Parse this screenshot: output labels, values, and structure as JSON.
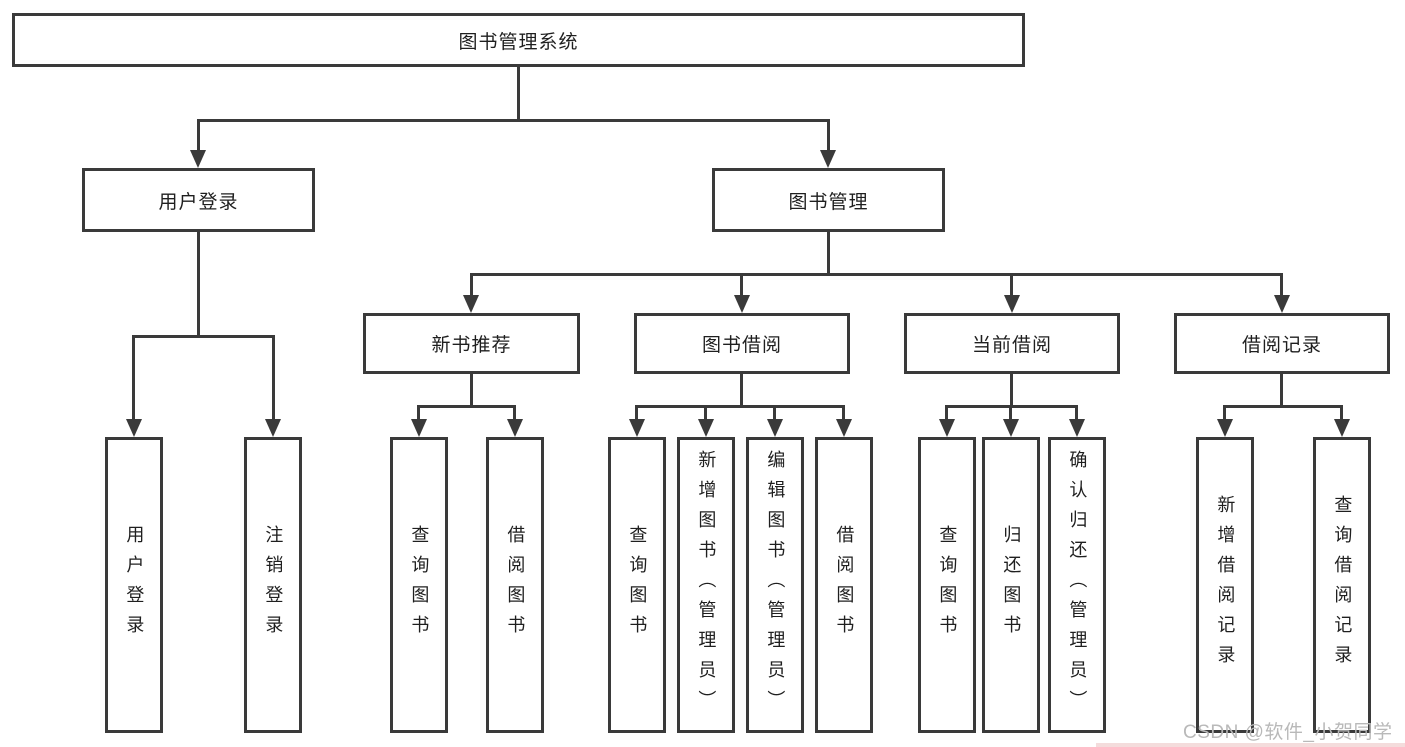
{
  "diagram": {
    "root": {
      "label": "图书管理系统"
    },
    "level2": [
      {
        "label": "用户登录"
      },
      {
        "label": "图书管理"
      }
    ],
    "level3": [
      {
        "label": "新书推荐",
        "parent": "图书管理"
      },
      {
        "label": "图书借阅",
        "parent": "图书管理"
      },
      {
        "label": "当前借阅",
        "parent": "图书管理"
      },
      {
        "label": "借阅记录",
        "parent": "图书管理"
      }
    ],
    "leaves": [
      {
        "label": "用户登录",
        "parent": "用户登录"
      },
      {
        "label": "注销登录",
        "parent": "用户登录"
      },
      {
        "label": "查询图书",
        "parent": "新书推荐"
      },
      {
        "label": "借阅图书",
        "parent": "新书推荐"
      },
      {
        "label": "查询图书",
        "parent": "图书借阅"
      },
      {
        "label": "新增图书（管理员）",
        "parent": "图书借阅"
      },
      {
        "label": "编辑图书（管理员）",
        "parent": "图书借阅"
      },
      {
        "label": "借阅图书",
        "parent": "图书借阅"
      },
      {
        "label": "查询图书",
        "parent": "当前借阅"
      },
      {
        "label": "归还图书",
        "parent": "当前借阅"
      },
      {
        "label": "确认归还（管理员）",
        "parent": "当前借阅"
      },
      {
        "label": "新增借阅记录",
        "parent": "借阅记录"
      },
      {
        "label": "查询借阅记录",
        "parent": "借阅记录"
      }
    ]
  },
  "watermark": {
    "text": "CSDN @软件_小贺同学"
  },
  "colors": {
    "line": "#3a3a3a",
    "text": "#1f1f1f",
    "watermark": "#b9b9b9",
    "background": "#ffffff"
  }
}
